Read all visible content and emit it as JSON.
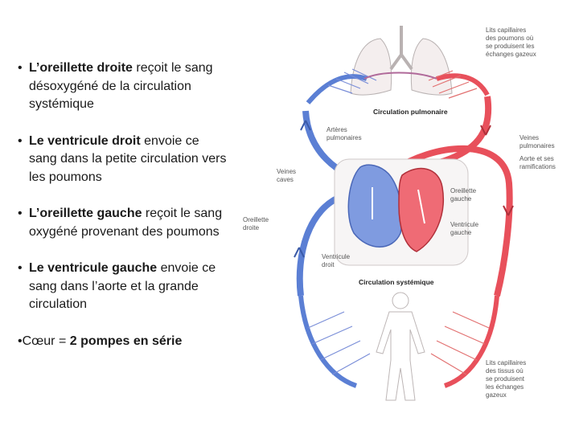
{
  "bullets": [
    {
      "bold": "L’oreillette droite",
      "rest": " reçoit le sang désoxygéné de la circulation systémique"
    },
    {
      "bold": "Le ventricule droit",
      "rest": " envoie ce sang dans la petite circulation vers les poumons"
    },
    {
      "bold": "L’oreillette gauche",
      "rest": " reçoit le sang oxygéné provenant des poumons"
    },
    {
      "bold": "Le ventricule gauche",
      "rest": " envoie ce sang dans l’aorte et la grande circulation"
    }
  ],
  "bullet_symbol": "•",
  "summary": {
    "prefix": "Cœur = ",
    "bold": "2 pompes en série"
  },
  "figure": {
    "labels": {
      "capillaires_poumons": [
        "Lits capillaires",
        "des poumons où",
        "se produisent les",
        "échanges gazeux"
      ],
      "circulation_pulmonaire": "Circulation pulmonaire",
      "arteres_pulmonaires": [
        "Artères",
        "pulmonaires"
      ],
      "veines_pulmonaires": [
        "Veines",
        "pulmonaires"
      ],
      "aorte": [
        "Aorte et ses",
        "ramifications"
      ],
      "veines_caves": [
        "Veines",
        "caves"
      ],
      "oreillette_gauche": [
        "Oreillette",
        "gauche"
      ],
      "ventricule_gauche": [
        "Ventricule",
        "gauche"
      ],
      "oreillette_droite": [
        "Oreillette",
        "droite"
      ],
      "ventricule_droit": [
        "Ventricule",
        "droit"
      ],
      "circulation_systemique": "Circulation systémique",
      "capillaires_tissus": [
        "Lits capillaires",
        "des tissus où",
        "se produisent",
        "les échanges",
        "gazeux"
      ]
    },
    "colors": {
      "oxygenated": "#e8505b",
      "deoxygenated": "#5b7fd4",
      "label": "#555555"
    }
  }
}
